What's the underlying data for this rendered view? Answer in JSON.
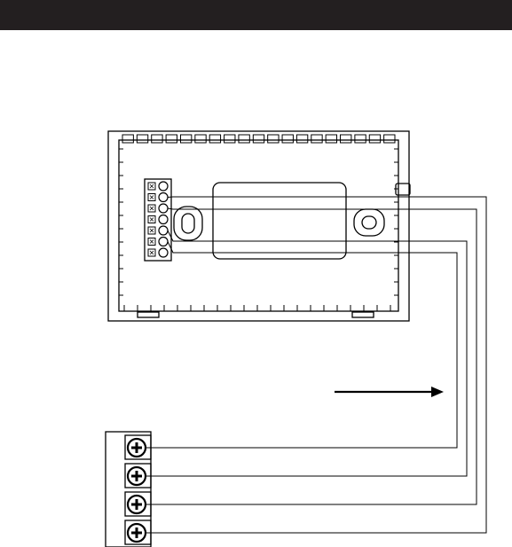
{
  "page": {
    "background": "#ffffff",
    "header_bar_color": "#231f20",
    "line_color": "#000000"
  },
  "thermostat_base": {
    "terminal_count": 7,
    "connected_terminals": [
      2,
      3,
      5,
      6
    ],
    "mounting_slots": 2,
    "top_teeth_count": 19
  },
  "wall_terminal_block": {
    "terminal_count": 4,
    "screw_icon": "plus-screw-icon"
  },
  "wires": {
    "count": 4
  },
  "arrow": {
    "direction": "right",
    "icon": "arrow-right-icon"
  }
}
